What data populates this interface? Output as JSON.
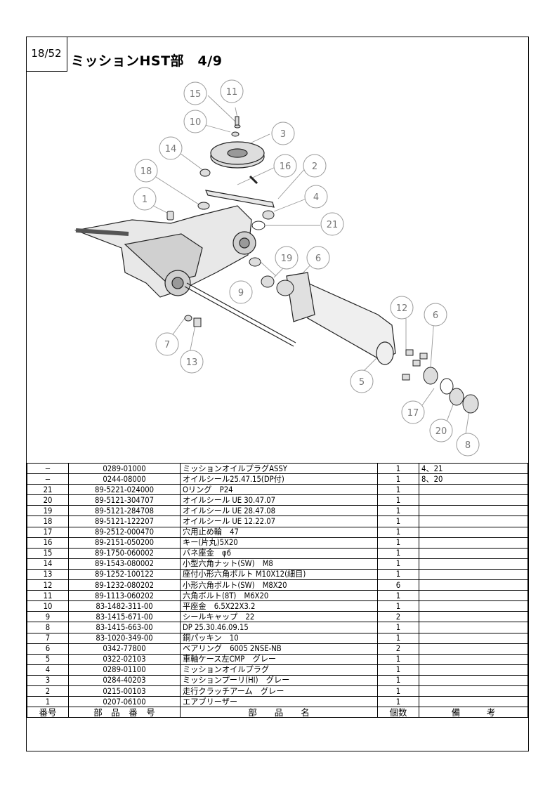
{
  "page_no": "18/52",
  "title": "ミッションHST部　4/9",
  "callouts": [
    "15",
    "11",
    "10",
    "3",
    "14",
    "16",
    "2",
    "18",
    "4",
    "1",
    "21",
    "19",
    "6",
    "9",
    "12",
    "6",
    "7",
    "13",
    "5",
    "17",
    "20",
    "8"
  ],
  "table": {
    "headers": [
      "番号",
      "部　品　番　号",
      "部　　品　　名",
      "個数",
      "備　　　考"
    ],
    "rows": [
      {
        "no": "−",
        "part_no": "0289-01000",
        "name": "ミッションオイルプラグASSY",
        "qty": "1",
        "remarks": "4、21"
      },
      {
        "no": "−",
        "part_no": "0244-08000",
        "name": "オイルシール25.47.15(DP付)",
        "qty": "1",
        "remarks": "8、20"
      },
      {
        "no": "21",
        "part_no": "89-5221-024000",
        "name": "Oリング　P24",
        "qty": "1",
        "remarks": ""
      },
      {
        "no": "20",
        "part_no": "89-5121-304707",
        "name": "オイルシール UE 30.47.07",
        "qty": "1",
        "remarks": ""
      },
      {
        "no": "19",
        "part_no": "89-5121-284708",
        "name": "オイルシール UE 28.47.08",
        "qty": "1",
        "remarks": ""
      },
      {
        "no": "18",
        "part_no": "89-5121-122207",
        "name": "オイルシール UE 12.22.07",
        "qty": "1",
        "remarks": ""
      },
      {
        "no": "17",
        "part_no": "89-2512-000470",
        "name": "穴用止め輪　47",
        "qty": "1",
        "remarks": ""
      },
      {
        "no": "16",
        "part_no": "89-2151-050200",
        "name": "キー(片丸)5X20",
        "qty": "1",
        "remarks": ""
      },
      {
        "no": "15",
        "part_no": "89-1750-060002",
        "name": "バネ座金　φ6",
        "qty": "1",
        "remarks": ""
      },
      {
        "no": "14",
        "part_no": "89-1543-080002",
        "name": "小型六角ナット(SW)　M8",
        "qty": "1",
        "remarks": ""
      },
      {
        "no": "13",
        "part_no": "89-1252-100122",
        "name": "座付小形六角ボルト M10X12(細目)",
        "qty": "1",
        "remarks": ""
      },
      {
        "no": "12",
        "part_no": "89-1232-080202",
        "name": "小形六角ボルト(SW)　M8X20",
        "qty": "6",
        "remarks": ""
      },
      {
        "no": "11",
        "part_no": "89-1113-060202",
        "name": "六角ボルト(8T)　M6X20",
        "qty": "1",
        "remarks": ""
      },
      {
        "no": "10",
        "part_no": "83-1482-311-00",
        "name": "平座金　6.5X22X3.2",
        "qty": "1",
        "remarks": ""
      },
      {
        "no": "9",
        "part_no": "83-1415-671-00",
        "name": "シールキャップ　22",
        "qty": "2",
        "remarks": ""
      },
      {
        "no": "8",
        "part_no": "83-1415-663-00",
        "name": "DP 25.30.46.09.15",
        "qty": "1",
        "remarks": ""
      },
      {
        "no": "7",
        "part_no": "83-1020-349-00",
        "name": "銅パッキン　10",
        "qty": "1",
        "remarks": ""
      },
      {
        "no": "6",
        "part_no": "0342-77800",
        "name": "ベアリング　6005 2NSE-NB",
        "qty": "2",
        "remarks": ""
      },
      {
        "no": "5",
        "part_no": "0322-02103",
        "name": "車軸ケース左CMP　グレー",
        "qty": "1",
        "remarks": ""
      },
      {
        "no": "4",
        "part_no": "0289-01100",
        "name": "ミッションオイルプラグ",
        "qty": "1",
        "remarks": ""
      },
      {
        "no": "3",
        "part_no": "0284-40203",
        "name": "ミッションプーリ(HI)　グレー",
        "qty": "1",
        "remarks": ""
      },
      {
        "no": "2",
        "part_no": "0215-00103",
        "name": "走行クラッチアーム　グレー",
        "qty": "1",
        "remarks": ""
      },
      {
        "no": "1",
        "part_no": "0207-06100",
        "name": "エアブリーザー",
        "qty": "1",
        "remarks": ""
      }
    ]
  }
}
